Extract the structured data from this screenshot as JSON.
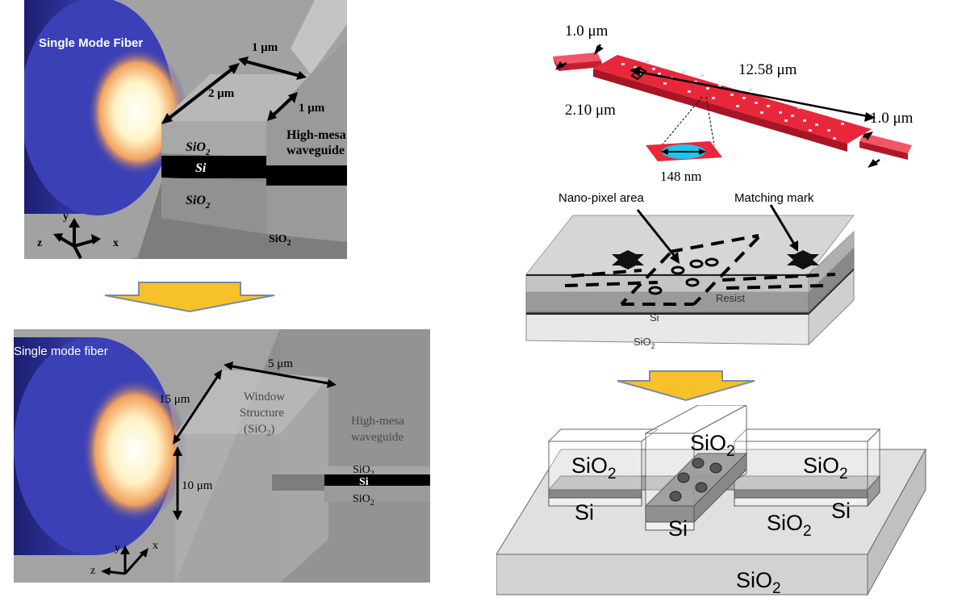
{
  "top_left": {
    "fiber_label": "Single Mode Fiber",
    "width_label": "1 μm",
    "depth_label": "2 μm",
    "height_label": "1 μm",
    "waveguide_label_1": "High-mesa",
    "waveguide_label_2": "waveguide",
    "layer_sio2_top": "SiO",
    "layer_si": "Si",
    "layer_sio2_bottom": "SiO",
    "substrate_label": "SiO",
    "sub2": "2",
    "axis_y": "y",
    "axis_z": "z",
    "axis_x": "x"
  },
  "bottom_left": {
    "fiber_label": "Single mode fiber",
    "width_label": "5 μm",
    "height_top_label": "15 μm",
    "height_bottom_label": "10 μm",
    "window_label_1": "Window",
    "window_label_2": "Structure",
    "window_label_3": "(SiO",
    "window_label_3b": ")",
    "waveguide_label_1": "High-mesa",
    "waveguide_label_2": "waveguide",
    "layer_sio2_top": "SiO",
    "layer_si": "Si",
    "layer_sio2_bottom": "SiO",
    "sub2": "2",
    "axis_y": "y",
    "axis_z": "z",
    "axis_x": "x"
  },
  "top_right": {
    "left_width": "1.0 μm",
    "length": "12.58 μm",
    "right_width": "1.0 μm",
    "main_width": "2.10 μm",
    "pixel_size": "148 nm"
  },
  "middle_right": {
    "nano_pixel_label": "Nano-pixel area",
    "matching_mark_label": "Matching mark",
    "resist_label": "Resist",
    "si_label": "Si",
    "sio2_label": "SiO",
    "sub2": "2"
  },
  "bottom_right": {
    "sio2_left": "SiO",
    "sio2_center": "SiO",
    "sio2_right": "SiO",
    "si_left": "Si",
    "si_center": "Si",
    "si_right": "Si",
    "sio2_substrate_right": "SiO",
    "sio2_substrate_bottom": "SiO",
    "sub2": "2"
  },
  "colors": {
    "fiber_blue": "#3a3fb0",
    "arrow_yellow": "#f7c12a",
    "waveguide_red": "#e8283a",
    "gray_background": "#9c9c9c"
  }
}
